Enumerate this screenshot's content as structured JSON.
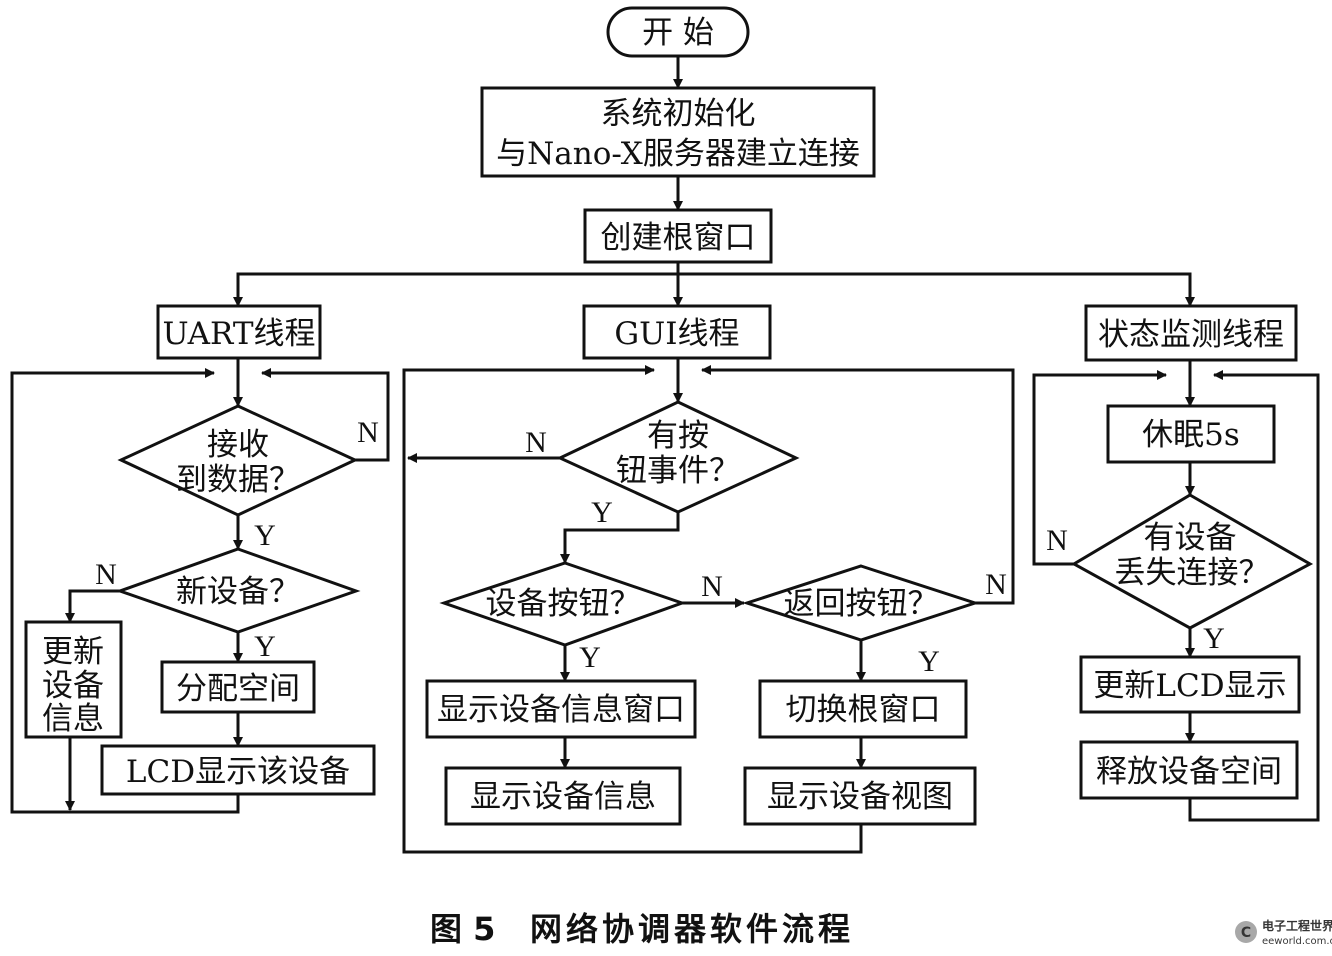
{
  "colors": {
    "ink": "#111111",
    "background": "#ffffff",
    "watermark": "#8a8a8a"
  },
  "nodes": {
    "start": "开  始",
    "init_line1": "系统初始化",
    "init_line2": "与Nano-X服务器建立连接",
    "create_root": "创建根窗口",
    "uart_thread": "UART线程",
    "gui_thread": "GUI线程",
    "status_thread": "状态监测线程",
    "recv_line1": "接收",
    "recv_line2": "到数据？",
    "new_device": "新设备？",
    "update_line1": "更新",
    "update_line2": "设备",
    "update_line3": "信息",
    "alloc_space": "分配空间",
    "lcd_show_device": "LCD显示该设备",
    "btn_event_line1": "有按",
    "btn_event_line2": "钮事件？",
    "device_btn": "设备按钮？",
    "back_btn": "返回按钮？",
    "show_info_window": "显示设备信息窗口",
    "show_info": "显示设备信息",
    "switch_root": "切换根窗口",
    "show_view": "显示设备视图",
    "sleep": "休眠5s",
    "lost_line1": "有设备",
    "lost_line2": "丢失连接？",
    "update_lcd": "更新LCD显示",
    "free_space": "释放设备空间"
  },
  "edge_labels": {
    "uart_no": "N",
    "uart_yes": "Y",
    "newdev_no": "N",
    "newdev_yes": "Y",
    "btn_no": "N",
    "btn_yes": "Y",
    "devbtn_no": "N",
    "devbtn_yes": "Y",
    "backbtn_no": "N",
    "backbtn_yes": "Y",
    "lost_no": "N",
    "lost_yes": "Y"
  },
  "caption": {
    "figure": "图 5",
    "title": "网络协调器软件流程"
  },
  "watermark": {
    "logo_glyph": "C",
    "name": "电子工程世界",
    "url": "eeworld.com.cn"
  }
}
